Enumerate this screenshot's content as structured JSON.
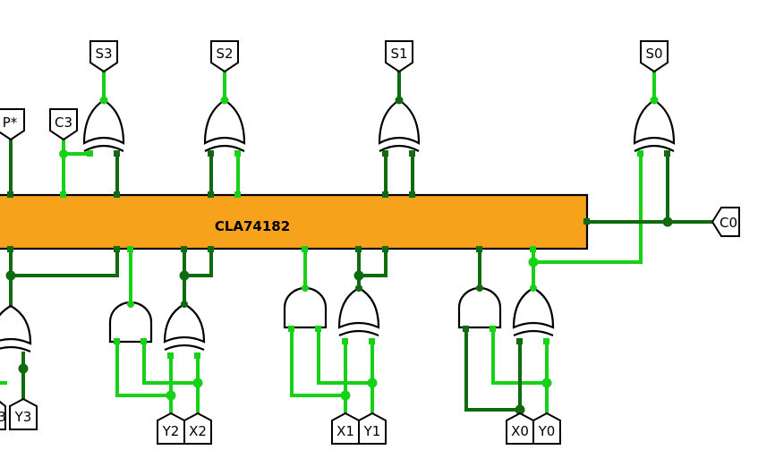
{
  "chip": {
    "label": "CLA74182"
  },
  "top_pins": [
    "S3",
    "S2",
    "S1",
    "S0"
  ],
  "carry_pins": {
    "c3": "C3",
    "p_star": "P*",
    "c0": "C0"
  },
  "bottom_pins": [
    "3",
    "Y3",
    "Y2",
    "X2",
    "X1",
    "Y1",
    "X0",
    "Y0"
  ],
  "colors": {
    "chip_fill": "#f7a21b",
    "wire_dark": "#0f6b0f",
    "wire_light": "#17d117",
    "outline": "#000000"
  }
}
